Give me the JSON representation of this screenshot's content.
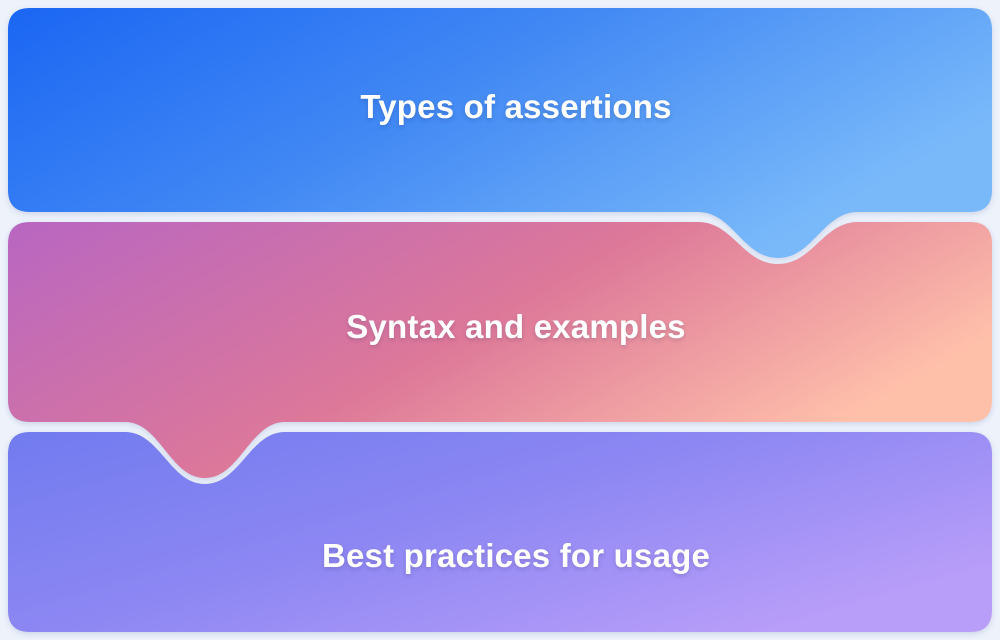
{
  "page": {
    "background": "#edf2fb"
  },
  "cards": [
    {
      "label": "Types of assertions",
      "gradient": {
        "from": "#1b66f3",
        "mid": "#4289f4",
        "to": "#79b9fa"
      }
    },
    {
      "label": "Syntax and examples",
      "gradient": {
        "from": "#b866c2",
        "mid": "#dd7899",
        "to": "#ffc0aa"
      }
    },
    {
      "label": "Best practices for usage",
      "gradient": {
        "from": "#717bef",
        "mid": "#8d87f3",
        "to": "#b99ef9"
      }
    }
  ],
  "text_color": "#ffffff"
}
